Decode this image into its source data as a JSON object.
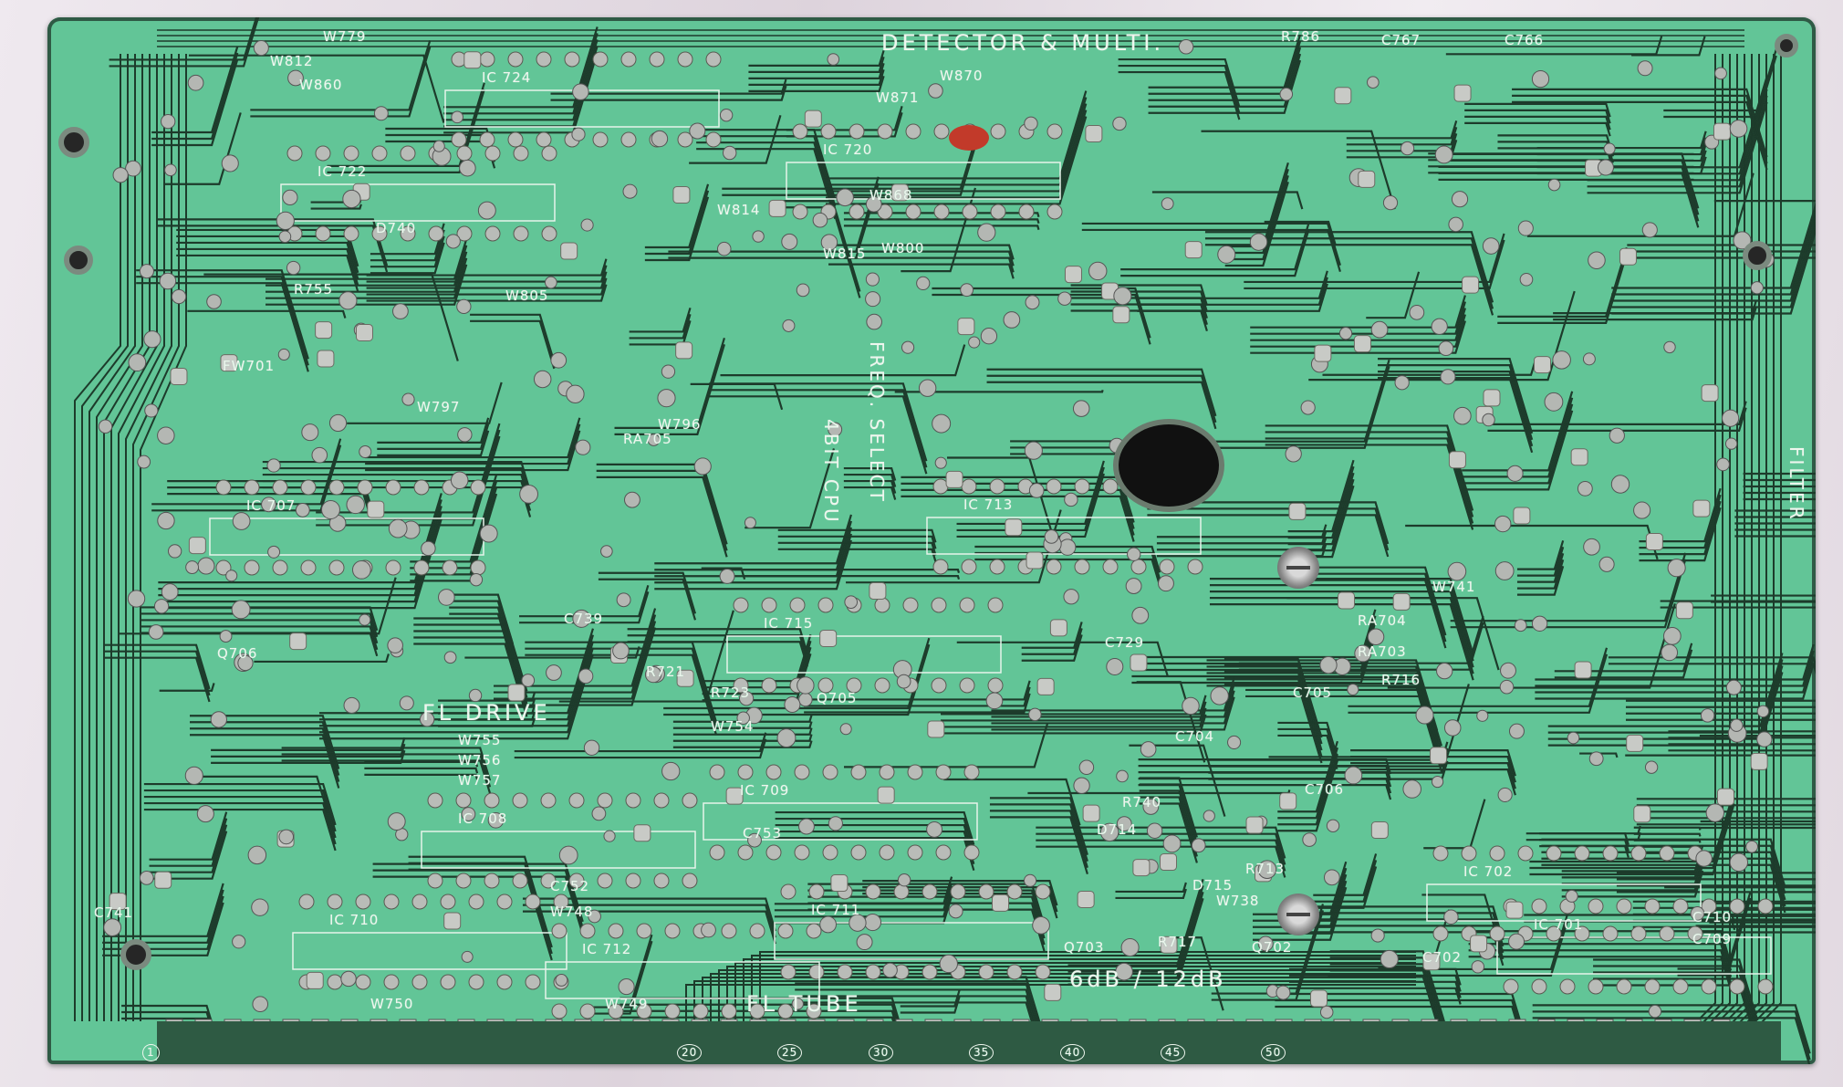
{
  "colors": {
    "board": "#62c597",
    "trace": "#1d3b2b",
    "pad": "#b9bcb8",
    "silk": "#eef6ee"
  },
  "section_labels": {
    "detector_multi": "DETECTOR & MULTI.",
    "fl_drive": "FL DRIVE",
    "fl_tube": "FL TUBE",
    "db_select": "6dB / 12dB",
    "freq_select": "FREQ. SELECT",
    "cpu": "4BIT CPU",
    "filter": "FILTER"
  },
  "ics": [
    "IC 707",
    "IC 713",
    "IC 715",
    "IC 709",
    "IC 708",
    "IC 710",
    "IC 711",
    "IC 712",
    "IC 701",
    "IC 702",
    "IC 720",
    "IC 724",
    "IC 722"
  ],
  "components": [
    "C741",
    "C709",
    "C710",
    "C739",
    "C753",
    "C752",
    "C729",
    "C704",
    "C705",
    "C706",
    "C702",
    "C767",
    "C766",
    "R786",
    "RA704",
    "RA703",
    "RA705",
    "R721",
    "R723",
    "Q705",
    "Q703",
    "Q702",
    "Q706",
    "R740",
    "D714",
    "D715",
    "R717",
    "W738",
    "R713",
    "W749",
    "W750",
    "W748",
    "W754",
    "W755",
    "W756",
    "W757",
    "W779",
    "W812",
    "W860",
    "W870",
    "W871",
    "W868",
    "W814",
    "W815",
    "W800",
    "W805",
    "R755",
    "D740",
    "FW701",
    "W797",
    "W796",
    "W741",
    "R716"
  ],
  "pin_numbers": [
    "1",
    "20",
    "25",
    "30",
    "35",
    "40",
    "45",
    "50"
  ]
}
